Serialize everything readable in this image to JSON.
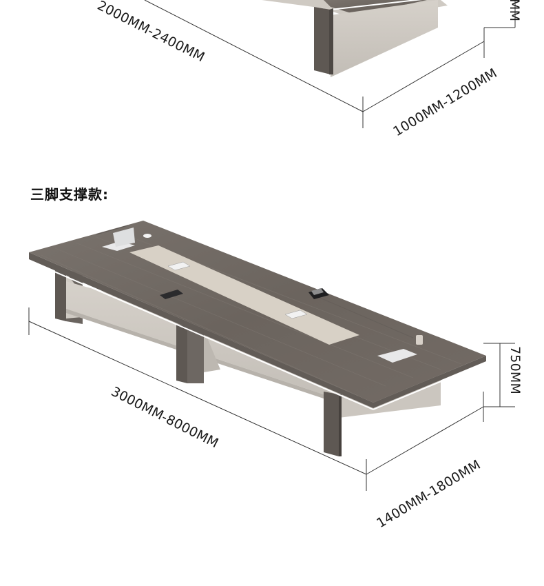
{
  "top_table": {
    "length_label": "2000MM-2400MM",
    "width_label": "1000MM-1200MM",
    "height_label_partial": "MM"
  },
  "section": {
    "title": "三脚支撑款:"
  },
  "bottom_table": {
    "length_label": "3000MM-8000MM",
    "width_label": "1400MM-1800MM",
    "height_label": "750MM"
  },
  "colors": {
    "wood_top": "#6f6863",
    "wood_dark": "#5e5853",
    "panel_light": "#cfcac3",
    "panel_shadow": "#b9b4ad",
    "inlay": "#d8d1c6",
    "line": "#333333"
  }
}
